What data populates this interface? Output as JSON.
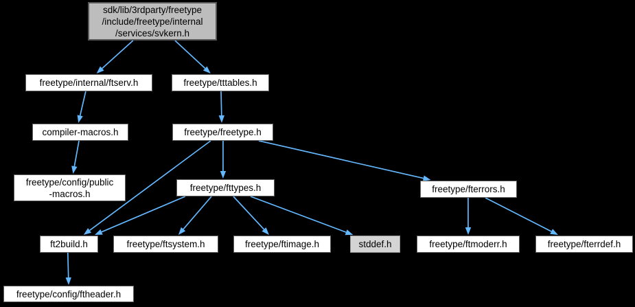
{
  "diagram": {
    "type": "include-dependency-graph",
    "background_color": "#000000",
    "edge_color": "#63B8FF",
    "root_fill": "#BDBDBD",
    "node_fill": "#FFFFFF",
    "system_node_fill": "#D4D4D4",
    "text_color": "#000000"
  },
  "nodes": [
    {
      "id": "svkern",
      "kind": "root",
      "label": "sdk/lib/3rdparty/freetype\n/include/freetype/internal\n/services/svkern.h"
    },
    {
      "id": "ftserv",
      "kind": "normal",
      "label": "freetype/internal/ftserv.h"
    },
    {
      "id": "tttables",
      "kind": "normal",
      "label": "freetype/tttables.h"
    },
    {
      "id": "compiler_macros",
      "kind": "normal",
      "label": "compiler-macros.h"
    },
    {
      "id": "freetype",
      "kind": "normal",
      "label": "freetype/freetype.h"
    },
    {
      "id": "public_macros",
      "kind": "normal",
      "label": "freetype/config/public\n-macros.h"
    },
    {
      "id": "fttypes",
      "kind": "normal",
      "label": "freetype/fttypes.h"
    },
    {
      "id": "fterrors",
      "kind": "normal",
      "label": "freetype/fterrors.h"
    },
    {
      "id": "ft2build",
      "kind": "normal",
      "label": "ft2build.h"
    },
    {
      "id": "ftsystem",
      "kind": "normal",
      "label": "freetype/ftsystem.h"
    },
    {
      "id": "ftimage",
      "kind": "normal",
      "label": "freetype/ftimage.h"
    },
    {
      "id": "stddef",
      "kind": "gray",
      "label": "stddef.h"
    },
    {
      "id": "ftmoderr",
      "kind": "normal",
      "label": "freetype/ftmoderr.h"
    },
    {
      "id": "fterrdef",
      "kind": "normal",
      "label": "freetype/fterrdef.h"
    },
    {
      "id": "ftheader",
      "kind": "normal",
      "label": "freetype/config/ftheader.h"
    }
  ],
  "edges": [
    {
      "from": "svkern",
      "to": "ftserv"
    },
    {
      "from": "svkern",
      "to": "tttables"
    },
    {
      "from": "ftserv",
      "to": "compiler_macros"
    },
    {
      "from": "tttables",
      "to": "freetype"
    },
    {
      "from": "compiler_macros",
      "to": "public_macros"
    },
    {
      "from": "freetype",
      "to": "fttypes"
    },
    {
      "from": "freetype",
      "to": "fterrors"
    },
    {
      "from": "freetype",
      "to": "ft2build"
    },
    {
      "from": "fttypes",
      "to": "ft2build"
    },
    {
      "from": "fttypes",
      "to": "ftsystem"
    },
    {
      "from": "fttypes",
      "to": "ftimage"
    },
    {
      "from": "fttypes",
      "to": "stddef"
    },
    {
      "from": "fterrors",
      "to": "ftmoderr"
    },
    {
      "from": "fterrors",
      "to": "fterrdef"
    },
    {
      "from": "ft2build",
      "to": "ftheader"
    }
  ]
}
